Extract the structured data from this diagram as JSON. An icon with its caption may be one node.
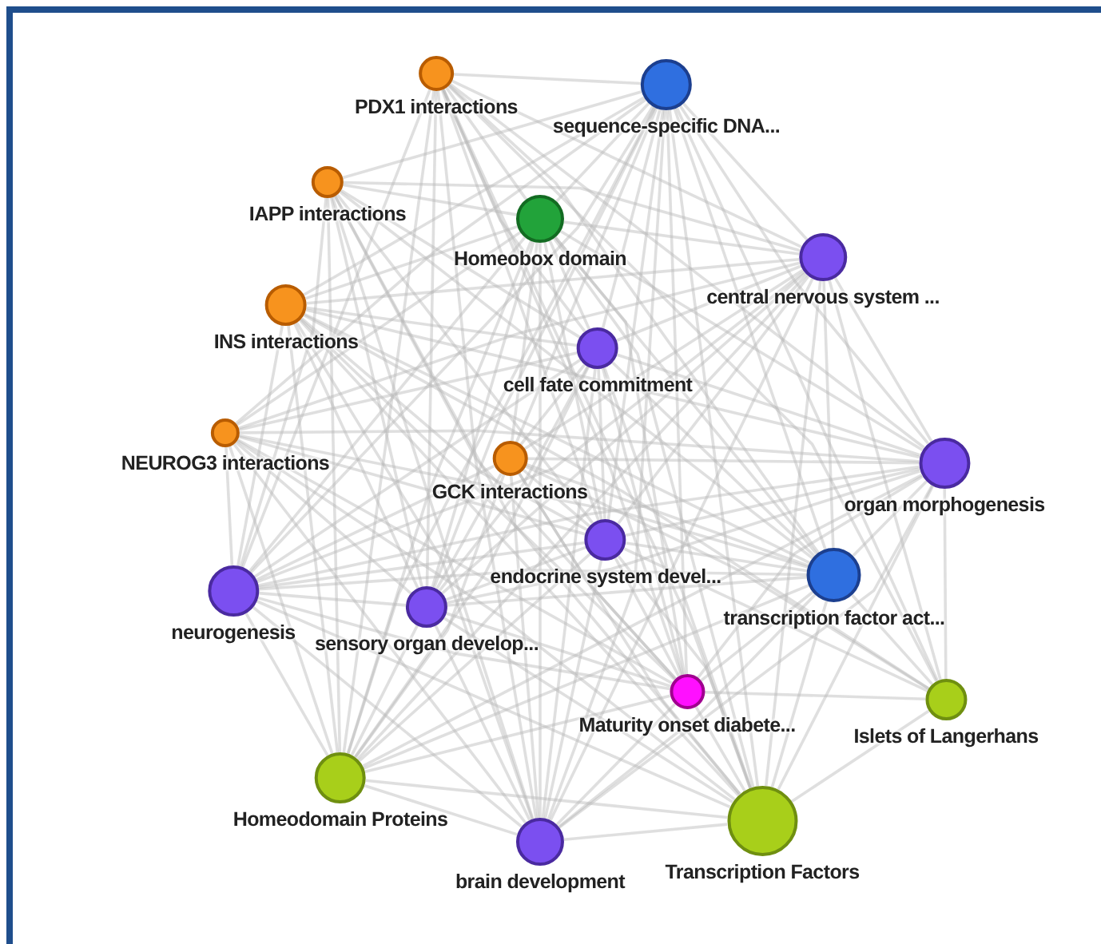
{
  "diagram": {
    "nodes": [
      {
        "text": [
          "PDX1 interactions"
        ]
      },
      {
        "text": [
          "sequence-specific DNA..."
        ]
      },
      {
        "text": [
          "IAPP interactions"
        ]
      },
      {
        "text": [
          "Homeobox domain"
        ]
      },
      {
        "text": [
          "central nervous system ..."
        ]
      },
      {
        "text": [
          "INS interactions"
        ]
      },
      {
        "text": [
          "cell fate commitment"
        ]
      },
      {
        "text": [
          "NEUROG3 interactions"
        ]
      },
      {
        "text": [
          "GCK interactions"
        ]
      },
      {
        "text": [
          "organ morphogenesis"
        ]
      },
      {
        "text": [
          "neurogenesis"
        ]
      },
      {
        "text": [
          "endocrine system devel..."
        ]
      },
      {
        "text": [
          "sensory organ develop..."
        ]
      },
      {
        "text": [
          "transcription factor act..."
        ]
      },
      {
        "text": [
          "Maturity onset diabete..."
        ]
      },
      {
        "text": [
          "Islets of Langerhans"
        ]
      },
      {
        "text": [
          "Homeodomain Proteins"
        ]
      },
      {
        "text": [
          "brain development"
        ]
      },
      {
        "text": [
          "Transcription Factors"
        ]
      }
    ],
    "edges": [
      {
        "from": 0,
        "to": 1,
        "arrow": "none"
      },
      {
        "from": 0,
        "to": 3,
        "arrow": "none"
      },
      {
        "from": 0,
        "to": 4,
        "arrow": "none"
      },
      {
        "from": 0,
        "to": 6,
        "arrow": "none"
      },
      {
        "from": 0,
        "to": 9,
        "arrow": "none"
      },
      {
        "from": 0,
        "to": 10,
        "arrow": "none"
      },
      {
        "from": 0,
        "to": 11,
        "arrow": "none"
      },
      {
        "from": 0,
        "to": 12,
        "arrow": "none"
      },
      {
        "from": 0,
        "to": 13,
        "arrow": "none"
      },
      {
        "from": 0,
        "to": 14,
        "arrow": "none"
      },
      {
        "from": 0,
        "to": 15,
        "arrow": "none"
      },
      {
        "from": 0,
        "to": 16,
        "arrow": "none"
      },
      {
        "from": 0,
        "to": 17,
        "arrow": "none"
      },
      {
        "from": 0,
        "to": 18,
        "arrow": "none"
      },
      {
        "from": 1,
        "to": 2,
        "arrow": "none"
      },
      {
        "from": 1,
        "to": 3,
        "arrow": "none"
      },
      {
        "from": 1,
        "to": 4,
        "arrow": "none"
      },
      {
        "from": 1,
        "to": 5,
        "arrow": "none"
      },
      {
        "from": 1,
        "to": 6,
        "arrow": "none"
      },
      {
        "from": 1,
        "to": 7,
        "arrow": "none"
      },
      {
        "from": 1,
        "to": 8,
        "arrow": "none"
      },
      {
        "from": 1,
        "to": 9,
        "arrow": "none"
      },
      {
        "from": 1,
        "to": 10,
        "arrow": "none"
      },
      {
        "from": 1,
        "to": 11,
        "arrow": "none"
      },
      {
        "from": 1,
        "to": 12,
        "arrow": "none"
      },
      {
        "from": 1,
        "to": 13,
        "arrow": "none"
      },
      {
        "from": 1,
        "to": 14,
        "arrow": "none"
      },
      {
        "from": 1,
        "to": 15,
        "arrow": "none"
      },
      {
        "from": 1,
        "to": 16,
        "arrow": "none"
      },
      {
        "from": 1,
        "to": 17,
        "arrow": "none"
      },
      {
        "from": 1,
        "to": 18,
        "arrow": "none"
      },
      {
        "from": 2,
        "to": 3,
        "arrow": "none"
      },
      {
        "from": 2,
        "to": 4,
        "arrow": "none"
      },
      {
        "from": 2,
        "to": 6,
        "arrow": "none"
      },
      {
        "from": 2,
        "to": 10,
        "arrow": "none"
      },
      {
        "from": 2,
        "to": 11,
        "arrow": "none"
      },
      {
        "from": 2,
        "to": 12,
        "arrow": "none"
      },
      {
        "from": 2,
        "to": 13,
        "arrow": "none"
      },
      {
        "from": 2,
        "to": 14,
        "arrow": "none"
      },
      {
        "from": 2,
        "to": 16,
        "arrow": "none"
      },
      {
        "from": 2,
        "to": 17,
        "arrow": "none"
      },
      {
        "from": 2,
        "to": 18,
        "arrow": "none"
      },
      {
        "from": 3,
        "to": 4,
        "arrow": "none"
      },
      {
        "from": 3,
        "to": 5,
        "arrow": "none"
      },
      {
        "from": 3,
        "to": 6,
        "arrow": "none"
      },
      {
        "from": 3,
        "to": 7,
        "arrow": "none"
      },
      {
        "from": 3,
        "to": 8,
        "arrow": "none"
      },
      {
        "from": 3,
        "to": 9,
        "arrow": "none"
      },
      {
        "from": 3,
        "to": 10,
        "arrow": "none"
      },
      {
        "from": 3,
        "to": 11,
        "arrow": "none"
      },
      {
        "from": 3,
        "to": 12,
        "arrow": "none"
      },
      {
        "from": 3,
        "to": 13,
        "arrow": "none"
      },
      {
        "from": 3,
        "to": 14,
        "arrow": "none"
      },
      {
        "from": 3,
        "to": 16,
        "arrow": "none"
      },
      {
        "from": 3,
        "to": 17,
        "arrow": "none"
      },
      {
        "from": 3,
        "to": 18,
        "arrow": "none"
      },
      {
        "from": 4,
        "to": 5,
        "arrow": "none"
      },
      {
        "from": 4,
        "to": 6,
        "arrow": "none"
      },
      {
        "from": 4,
        "to": 7,
        "arrow": "none"
      },
      {
        "from": 4,
        "to": 8,
        "arrow": "none"
      },
      {
        "from": 4,
        "to": 9,
        "arrow": "none"
      },
      {
        "from": 4,
        "to": 10,
        "arrow": "none"
      },
      {
        "from": 4,
        "to": 11,
        "arrow": "none"
      },
      {
        "from": 4,
        "to": 12,
        "arrow": "none"
      },
      {
        "from": 4,
        "to": 13,
        "arrow": "none"
      },
      {
        "from": 4,
        "to": 15,
        "arrow": "none"
      },
      {
        "from": 4,
        "to": 16,
        "arrow": "none"
      },
      {
        "from": 4,
        "to": 17,
        "arrow": "none"
      },
      {
        "from": 4,
        "to": 18,
        "arrow": "none"
      },
      {
        "from": 5,
        "to": 6,
        "arrow": "none"
      },
      {
        "from": 5,
        "to": 9,
        "arrow": "none"
      },
      {
        "from": 5,
        "to": 10,
        "arrow": "none"
      },
      {
        "from": 5,
        "to": 11,
        "arrow": "none"
      },
      {
        "from": 5,
        "to": 12,
        "arrow": "none"
      },
      {
        "from": 5,
        "to": 13,
        "arrow": "none"
      },
      {
        "from": 5,
        "to": 14,
        "arrow": "none"
      },
      {
        "from": 5,
        "to": 15,
        "arrow": "none"
      },
      {
        "from": 5,
        "to": 16,
        "arrow": "none"
      },
      {
        "from": 5,
        "to": 17,
        "arrow": "none"
      },
      {
        "from": 5,
        "to": 18,
        "arrow": "none"
      },
      {
        "from": 6,
        "to": 7,
        "arrow": "none"
      },
      {
        "from": 6,
        "to": 8,
        "arrow": "none"
      },
      {
        "from": 6,
        "to": 9,
        "arrow": "none"
      },
      {
        "from": 6,
        "to": 10,
        "arrow": "none"
      },
      {
        "from": 6,
        "to": 11,
        "arrow": "none"
      },
      {
        "from": 6,
        "to": 12,
        "arrow": "none"
      },
      {
        "from": 6,
        "to": 13,
        "arrow": "none"
      },
      {
        "from": 6,
        "to": 14,
        "arrow": "none"
      },
      {
        "from": 6,
        "to": 16,
        "arrow": "none"
      },
      {
        "from": 6,
        "to": 17,
        "arrow": "none"
      },
      {
        "from": 6,
        "to": 18,
        "arrow": "none"
      },
      {
        "from": 7,
        "to": 9,
        "arrow": "none"
      },
      {
        "from": 7,
        "to": 10,
        "arrow": "none"
      },
      {
        "from": 7,
        "to": 11,
        "arrow": "none"
      },
      {
        "from": 7,
        "to": 12,
        "arrow": "none"
      },
      {
        "from": 7,
        "to": 13,
        "arrow": "none"
      },
      {
        "from": 7,
        "to": 14,
        "arrow": "none"
      },
      {
        "from": 7,
        "to": 16,
        "arrow": "none"
      },
      {
        "from": 7,
        "to": 17,
        "arrow": "none"
      },
      {
        "from": 7,
        "to": 18,
        "arrow": "none"
      },
      {
        "from": 8,
        "to": 9,
        "arrow": "none"
      },
      {
        "from": 8,
        "to": 10,
        "arrow": "none"
      },
      {
        "from": 8,
        "to": 11,
        "arrow": "none"
      },
      {
        "from": 8,
        "to": 12,
        "arrow": "none"
      },
      {
        "from": 8,
        "to": 13,
        "arrow": "none"
      },
      {
        "from": 8,
        "to": 14,
        "arrow": "none"
      },
      {
        "from": 8,
        "to": 15,
        "arrow": "none"
      },
      {
        "from": 8,
        "to": 16,
        "arrow": "none"
      },
      {
        "from": 8,
        "to": 17,
        "arrow": "none"
      },
      {
        "from": 8,
        "to": 18,
        "arrow": "none"
      },
      {
        "from": 9,
        "to": 10,
        "arrow": "none"
      },
      {
        "from": 9,
        "to": 11,
        "arrow": "none"
      },
      {
        "from": 9,
        "to": 12,
        "arrow": "none"
      },
      {
        "from": 9,
        "to": 13,
        "arrow": "none"
      },
      {
        "from": 9,
        "to": 14,
        "arrow": "none"
      },
      {
        "from": 9,
        "to": 15,
        "arrow": "none"
      },
      {
        "from": 9,
        "to": 16,
        "arrow": "none"
      },
      {
        "from": 9,
        "to": 17,
        "arrow": "none"
      },
      {
        "from": 9,
        "to": 18,
        "arrow": "none"
      },
      {
        "from": 10,
        "to": 11,
        "arrow": "none"
      },
      {
        "from": 10,
        "to": 12,
        "arrow": "none"
      },
      {
        "from": 10,
        "to": 13,
        "arrow": "none"
      },
      {
        "from": 10,
        "to": 14,
        "arrow": "none"
      },
      {
        "from": 10,
        "to": 16,
        "arrow": "none"
      },
      {
        "from": 10,
        "to": 17,
        "arrow": "none"
      },
      {
        "from": 10,
        "to": 18,
        "arrow": "none"
      },
      {
        "from": 11,
        "to": 12,
        "arrow": "none"
      },
      {
        "from": 11,
        "to": 13,
        "arrow": "none"
      },
      {
        "from": 11,
        "to": 14,
        "arrow": "none"
      },
      {
        "from": 11,
        "to": 15,
        "arrow": "none"
      },
      {
        "from": 11,
        "to": 16,
        "arrow": "none"
      },
      {
        "from": 11,
        "to": 17,
        "arrow": "none"
      },
      {
        "from": 11,
        "to": 18,
        "arrow": "none"
      },
      {
        "from": 12,
        "to": 13,
        "arrow": "none"
      },
      {
        "from": 12,
        "to": 14,
        "arrow": "none"
      },
      {
        "from": 12,
        "to": 16,
        "arrow": "none"
      },
      {
        "from": 12,
        "to": 17,
        "arrow": "none"
      },
      {
        "from": 12,
        "to": 18,
        "arrow": "none"
      },
      {
        "from": 13,
        "to": 14,
        "arrow": "none"
      },
      {
        "from": 13,
        "to": 15,
        "arrow": "none"
      },
      {
        "from": 13,
        "to": 16,
        "arrow": "none"
      },
      {
        "from": 13,
        "to": 17,
        "arrow": "none"
      },
      {
        "from": 13,
        "to": 18,
        "arrow": "none"
      },
      {
        "from": 14,
        "to": 15,
        "arrow": "none"
      },
      {
        "from": 14,
        "to": 16,
        "arrow": "none"
      },
      {
        "from": 14,
        "to": 17,
        "arrow": "none"
      },
      {
        "from": 14,
        "to": 18,
        "arrow": "none"
      },
      {
        "from": 15,
        "to": 18,
        "arrow": "none"
      },
      {
        "from": 16,
        "to": 17,
        "arrow": "none"
      },
      {
        "from": 16,
        "to": 18,
        "arrow": "none"
      },
      {
        "from": 17,
        "to": 18,
        "arrow": "none"
      }
    ]
  }
}
